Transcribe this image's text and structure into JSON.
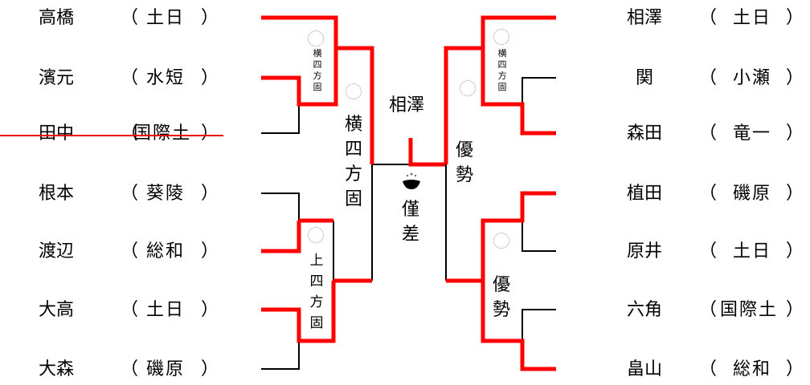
{
  "left_players": [
    {
      "name": "高橋",
      "school": "土日",
      "eliminated": false
    },
    {
      "name": "濱元",
      "school": "水短",
      "eliminated": false
    },
    {
      "name": "田中",
      "school": "国際土",
      "eliminated": true
    },
    {
      "name": "根本",
      "school": "葵陵",
      "eliminated": false
    },
    {
      "name": "渡辺",
      "school": "総和",
      "eliminated": false
    },
    {
      "name": "大高",
      "school": "土日",
      "eliminated": false
    },
    {
      "name": "大森",
      "school": "磯原",
      "eliminated": false
    }
  ],
  "right_players": [
    {
      "name": "相澤",
      "school": "土日"
    },
    {
      "name": "関",
      "school": "小瀬"
    },
    {
      "name": "森田",
      "school": "竜一"
    },
    {
      "name": "植田",
      "school": "磯原"
    },
    {
      "name": "原井",
      "school": "土日"
    },
    {
      "name": "六角",
      "school": "国際土"
    },
    {
      "name": "畠山",
      "school": "総和"
    }
  ],
  "paren_open": "（",
  "paren_close": "）",
  "results": {
    "left_upper_small": "横四方固",
    "left_lower_small": "上四方固",
    "left_semi": "横四方固",
    "final_winner": "相澤",
    "final_right": "優勢",
    "final_center": "僅差",
    "right_upper_small": "横四方固",
    "right_lower": "優勢"
  },
  "colors": {
    "win_line": "#ff0000",
    "line": "#000000"
  }
}
